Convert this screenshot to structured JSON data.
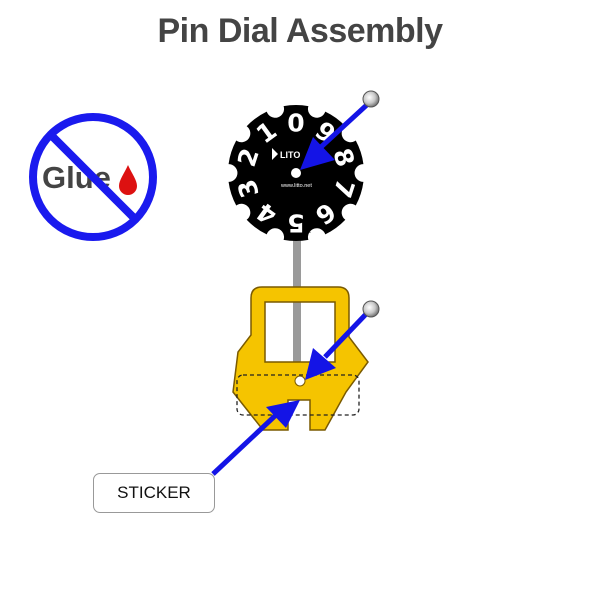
{
  "title": "Pin Dial Assembly",
  "no_glue_sign": {
    "text": "Glue",
    "icon": "no-sign-icon",
    "drop_icon": "glue-drop-icon",
    "circle_color": "#1a1aee",
    "drop_color": "#dd1111"
  },
  "dial": {
    "digits": [
      "0",
      "1",
      "2",
      "3",
      "4",
      "5",
      "6",
      "7",
      "8",
      "9"
    ],
    "brand": "LITO",
    "url": "www.litto.net",
    "face_color": "#000000"
  },
  "sticker_label": "STICKER",
  "colors": {
    "arrow": "#1414e6",
    "holder": "#f5c400",
    "holder_outline": "#7a5a00",
    "guide_arrow": "#9a9a9a"
  }
}
